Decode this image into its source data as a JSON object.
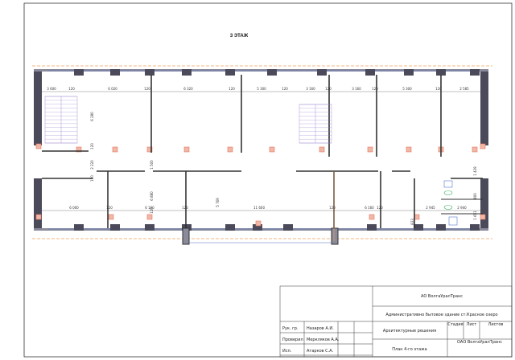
{
  "floor_title": "3 ЭТАЖ",
  "dimensions_top": [
    "3 600",
    "120",
    "6 020",
    "120",
    "6 320",
    "120",
    "5 300",
    "120",
    "3 160",
    "120",
    "3 160",
    "120",
    "5 300",
    "120",
    "2 585"
  ],
  "dimensions_bottom": [
    "6 000",
    "120",
    "6 160",
    "120",
    "11 600",
    "120",
    "6 160",
    "120",
    "2 945",
    "2 940"
  ],
  "dimensions_vertical": [
    "6 280",
    "120",
    "2 220",
    "120",
    "1 500",
    "6 880",
    "120",
    "5 769",
    "1 429",
    "800",
    "1 651",
    "833"
  ],
  "title_block": {
    "company": "АО ВолгаУралТранс",
    "project": "Административно бытовое здание ст.Красное озеро",
    "section": "Архитектурные решения",
    "sheet_title": "План 4-го этажа",
    "org": "ОАО ВолгаУралТранс",
    "stage_label": "Стадия",
    "sheet_label": "Лист",
    "sheets_label": "Листов",
    "roles": [
      {
        "role": "Рук. гр.",
        "name": "Назаров А.И."
      },
      {
        "role": "Проверил",
        "name": "Меркляков А.А."
      },
      {
        "role": "Исп.",
        "name": "Атарков С.А."
      }
    ]
  },
  "colors": {
    "wall": "#4a4a5a",
    "column": "#e8735a",
    "axis": "#f0a05a",
    "stair": "#9a7fd0",
    "dim": "#333333",
    "sanitary": "#2fae5a",
    "window": "#5577cc"
  }
}
